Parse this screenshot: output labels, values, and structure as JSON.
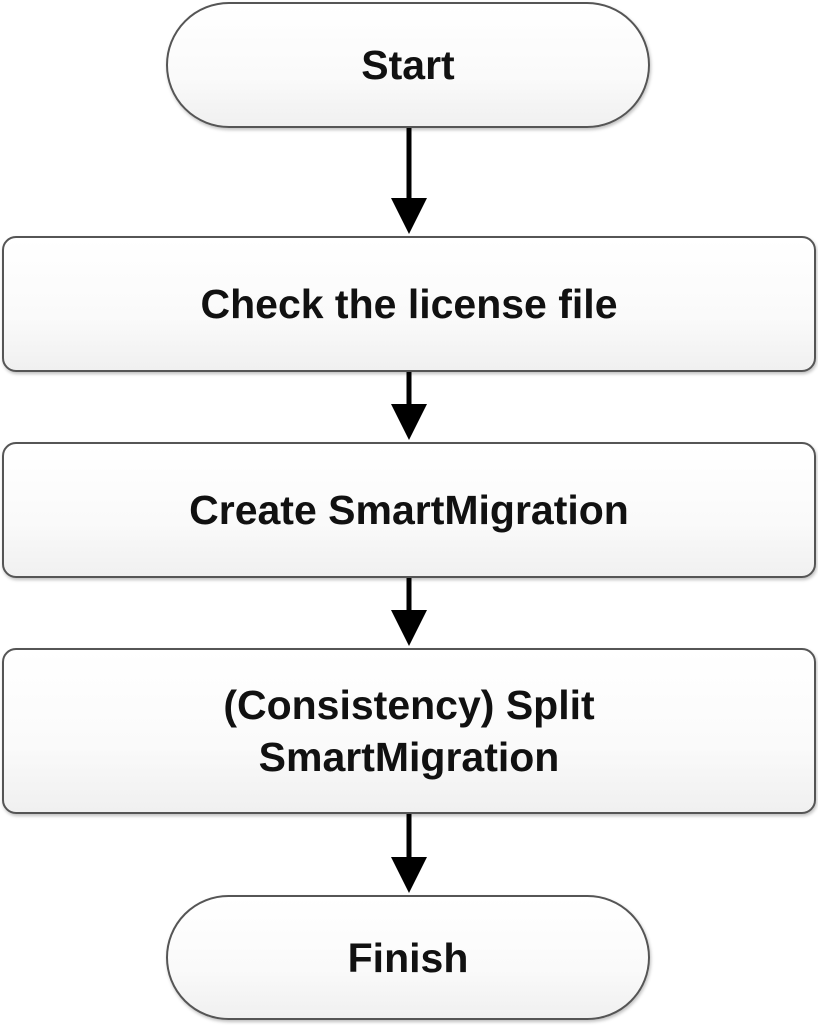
{
  "flowchart": {
    "nodes": [
      {
        "id": "start",
        "label": "Start",
        "shape": "terminal"
      },
      {
        "id": "check",
        "label": "Check the license file",
        "shape": "process"
      },
      {
        "id": "create",
        "label": "Create SmartMigration",
        "shape": "process"
      },
      {
        "id": "split",
        "label_line1": "(Consistency) Split",
        "label_line2": "SmartMigration",
        "shape": "process"
      },
      {
        "id": "finish",
        "label": "Finish",
        "shape": "terminal"
      }
    ],
    "edges": [
      {
        "from": "start",
        "to": "check"
      },
      {
        "from": "check",
        "to": "create"
      },
      {
        "from": "create",
        "to": "split"
      },
      {
        "from": "split",
        "to": "finish"
      }
    ],
    "colors": {
      "border": "#555555",
      "arrow": "#000000",
      "text": "#111111",
      "background": "#ffffff"
    }
  }
}
